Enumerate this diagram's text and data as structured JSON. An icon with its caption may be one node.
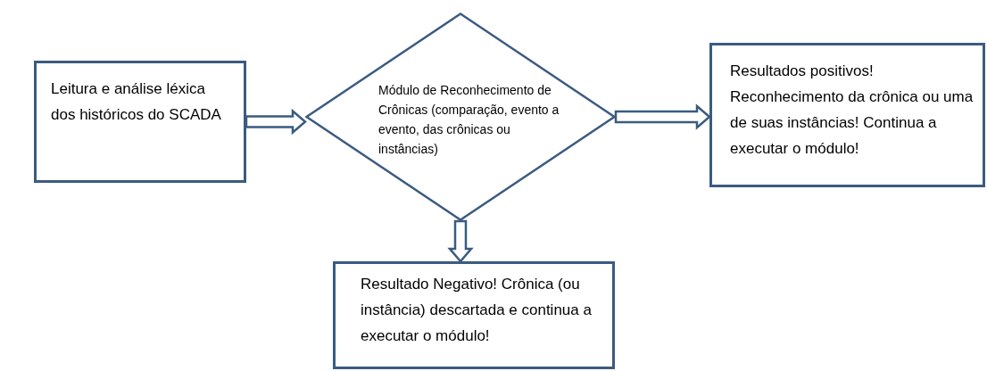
{
  "diagram": {
    "nodes": [
      {
        "text": [
          "Leitura e análise léxica dos históricos do SCADA"
        ]
      },
      {
        "text": [
          "Módulo de Reconhecimento de Crônicas (comparação, evento a evento, das crônicas ou instâncias)"
        ]
      },
      {
        "text": [
          "Resultados positivos! Reconhecimento da crônica ou uma de suas instâncias! Continua a executar o módulo!"
        ]
      },
      {
        "text": [
          "Resultado Negativo! Crônica (ou instância) descartada e continua a executar o módulo!"
        ]
      }
    ],
    "edges": [
      {
        "from": 0,
        "to": 1,
        "arrow": "to"
      },
      {
        "from": 1,
        "to": 2,
        "arrow": "to"
      },
      {
        "from": 1,
        "to": 3,
        "arrow": "to"
      }
    ]
  }
}
